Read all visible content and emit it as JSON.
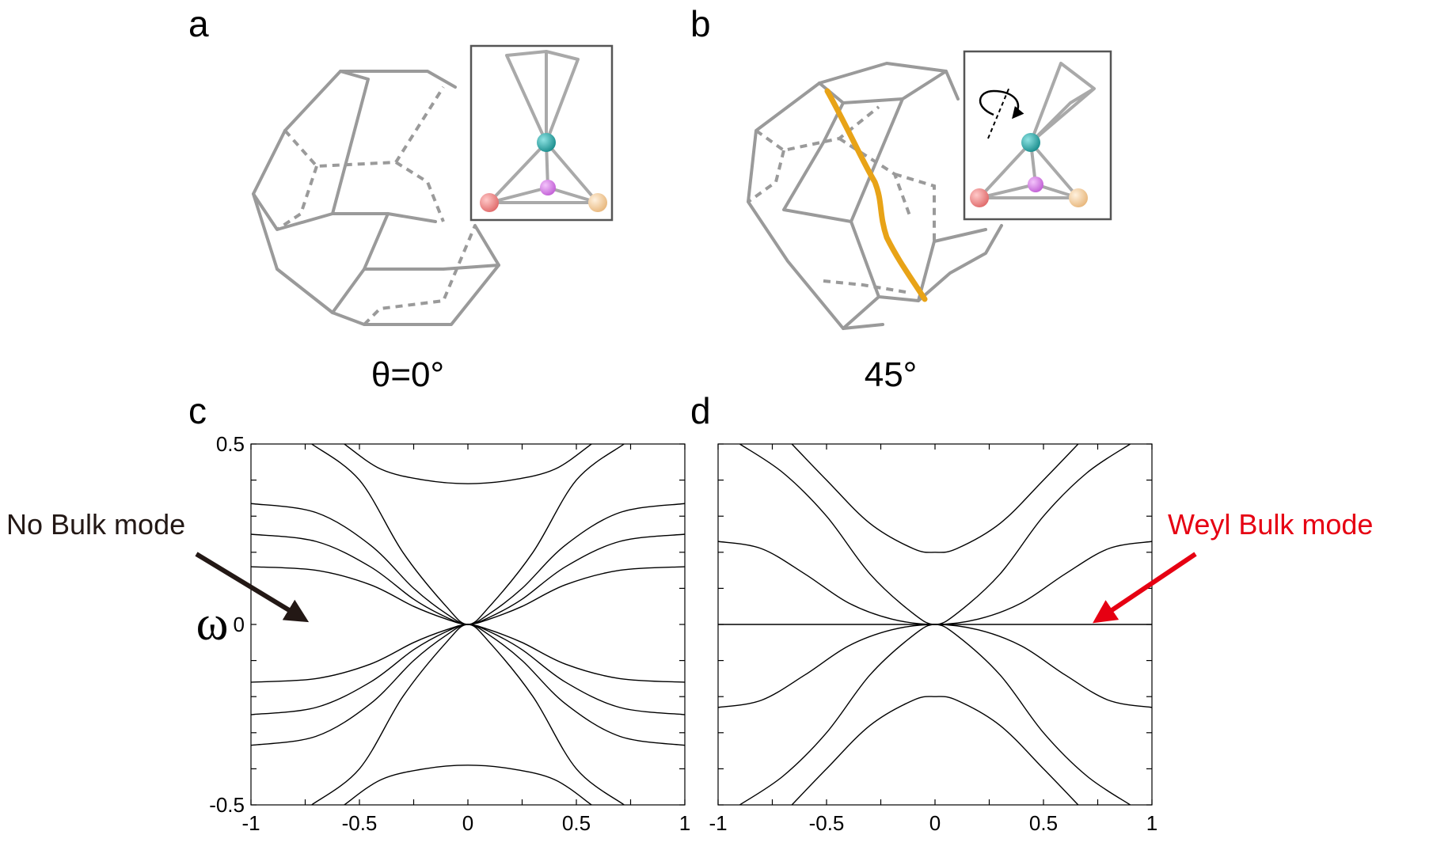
{
  "panels": {
    "a": {
      "letter": "a",
      "angle_label": "θ=0°"
    },
    "b": {
      "letter": "b",
      "angle_label": "45°"
    },
    "c": {
      "letter": "c",
      "annotation": "No Bulk mode",
      "annotation_color": "#231815"
    },
    "d": {
      "letter": "d",
      "annotation": "Weyl Bulk mode",
      "annotation_color": "#e60012"
    }
  },
  "ylabel": "ω",
  "colors": {
    "edge": "#9a9a9a",
    "weyl_line": "#e8a317",
    "atom_teal": "#1fa3a3",
    "atom_violet": "#d77be6",
    "atom_red": "#f08080",
    "atom_peach": "#f5cfa3"
  },
  "chart_data": [
    {
      "type": "line",
      "panel": "c",
      "xlim": [
        -1,
        1
      ],
      "ylim": [
        -0.5,
        0.5
      ],
      "xticks": [
        "-1",
        "-0.5",
        "0",
        "0.5",
        "1"
      ],
      "yticks": [
        "-0.5",
        "0",
        "0.5"
      ],
      "xlabel": "",
      "ylabel": "ω",
      "series": [
        {
          "x": [
            -0.72,
            -0.5,
            -0.3,
            -0.1,
            0.0,
            0.1,
            0.3,
            0.5,
            0.72
          ],
          "y": [
            0.5,
            0.4,
            0.2,
            0.05,
            0.0,
            0.05,
            0.2,
            0.4,
            0.5
          ]
        },
        {
          "x": [
            -0.57,
            -0.4,
            -0.2,
            0.0,
            0.2,
            0.4,
            0.57
          ],
          "y": [
            0.5,
            0.43,
            0.4,
            0.39,
            0.4,
            0.43,
            0.5
          ]
        },
        {
          "x": [
            -1,
            -0.7,
            -0.45,
            -0.25,
            -0.1,
            0.0,
            0.1,
            0.25,
            0.45,
            0.7,
            1
          ],
          "y": [
            0.335,
            0.31,
            0.22,
            0.1,
            0.03,
            0.0,
            0.03,
            0.1,
            0.22,
            0.31,
            0.335
          ]
        },
        {
          "x": [
            -1,
            -0.7,
            -0.45,
            -0.25,
            -0.1,
            0.0,
            0.1,
            0.25,
            0.45,
            0.7,
            1
          ],
          "y": [
            0.25,
            0.23,
            0.16,
            0.07,
            0.02,
            0.0,
            0.02,
            0.07,
            0.16,
            0.23,
            0.25
          ]
        },
        {
          "x": [
            -1,
            -0.7,
            -0.45,
            -0.25,
            -0.1,
            0.0,
            0.1,
            0.25,
            0.45,
            0.7,
            1
          ],
          "y": [
            0.16,
            0.15,
            0.11,
            0.05,
            0.015,
            0.0,
            0.015,
            0.05,
            0.11,
            0.15,
            0.16
          ]
        },
        {
          "x": [
            -0.72,
            -0.5,
            -0.3,
            -0.1,
            0.0,
            0.1,
            0.3,
            0.5,
            0.72
          ],
          "y": [
            -0.5,
            -0.4,
            -0.2,
            -0.05,
            0.0,
            -0.05,
            -0.2,
            -0.4,
            -0.5
          ]
        },
        {
          "x": [
            -0.57,
            -0.4,
            -0.2,
            0.0,
            0.2,
            0.4,
            0.57
          ],
          "y": [
            -0.5,
            -0.43,
            -0.4,
            -0.39,
            -0.4,
            -0.43,
            -0.5
          ]
        },
        {
          "x": [
            -1,
            -0.7,
            -0.45,
            -0.25,
            -0.1,
            0.0,
            0.1,
            0.25,
            0.45,
            0.7,
            1
          ],
          "y": [
            -0.335,
            -0.31,
            -0.22,
            -0.1,
            -0.03,
            0.0,
            -0.03,
            -0.1,
            -0.22,
            -0.31,
            -0.335
          ]
        },
        {
          "x": [
            -1,
            -0.7,
            -0.45,
            -0.25,
            -0.1,
            0.0,
            0.1,
            0.25,
            0.45,
            0.7,
            1
          ],
          "y": [
            -0.25,
            -0.23,
            -0.16,
            -0.07,
            -0.02,
            0.0,
            -0.02,
            -0.07,
            -0.16,
            -0.23,
            -0.25
          ]
        },
        {
          "x": [
            -1,
            -0.7,
            -0.45,
            -0.25,
            -0.1,
            0.0,
            0.1,
            0.25,
            0.45,
            0.7,
            1
          ],
          "y": [
            -0.16,
            -0.15,
            -0.11,
            -0.05,
            -0.015,
            0.0,
            -0.015,
            -0.05,
            -0.11,
            -0.15,
            -0.16
          ]
        }
      ]
    },
    {
      "type": "line",
      "panel": "d",
      "xlim": [
        -1,
        1
      ],
      "ylim": [
        -0.5,
        0.5
      ],
      "xticks": [
        "-1",
        "-0.5",
        "0",
        "0.5",
        "1"
      ],
      "yticks": [],
      "xlabel": "",
      "ylabel": "",
      "series": [
        {
          "x": [
            -1,
            1
          ],
          "y": [
            0.0,
            0.0
          ]
        },
        {
          "x": [
            -0.9,
            -0.7,
            -0.5,
            -0.3,
            -0.1,
            0.0,
            0.1,
            0.3,
            0.5,
            0.7,
            0.9
          ],
          "y": [
            0.5,
            0.42,
            0.3,
            0.14,
            0.03,
            0.0,
            0.03,
            0.14,
            0.3,
            0.42,
            0.5
          ]
        },
        {
          "x": [
            -0.66,
            -0.5,
            -0.3,
            -0.1,
            0.0,
            0.1,
            0.3,
            0.5,
            0.66
          ],
          "y": [
            0.5,
            0.4,
            0.28,
            0.21,
            0.2,
            0.21,
            0.28,
            0.4,
            0.5
          ]
        },
        {
          "x": [
            -1,
            -0.8,
            -0.6,
            -0.4,
            -0.2,
            0.0,
            0.2,
            0.4,
            0.6,
            0.8,
            1
          ],
          "y": [
            0.23,
            0.21,
            0.14,
            0.06,
            0.015,
            0.0,
            0.015,
            0.06,
            0.14,
            0.21,
            0.23
          ]
        },
        {
          "x": [
            -0.9,
            -0.7,
            -0.5,
            -0.3,
            -0.1,
            0.0,
            0.1,
            0.3,
            0.5,
            0.7,
            0.9
          ],
          "y": [
            -0.5,
            -0.42,
            -0.3,
            -0.14,
            -0.03,
            0.0,
            -0.03,
            -0.14,
            -0.3,
            -0.42,
            -0.5
          ]
        },
        {
          "x": [
            -0.66,
            -0.5,
            -0.3,
            -0.1,
            0.0,
            0.1,
            0.3,
            0.5,
            0.66
          ],
          "y": [
            -0.5,
            -0.4,
            -0.28,
            -0.21,
            -0.2,
            -0.21,
            -0.28,
            -0.4,
            -0.5
          ]
        },
        {
          "x": [
            -1,
            -0.8,
            -0.6,
            -0.4,
            -0.2,
            0.0,
            0.2,
            0.4,
            0.6,
            0.8,
            1
          ],
          "y": [
            -0.23,
            -0.21,
            -0.14,
            -0.06,
            -0.015,
            0.0,
            -0.015,
            -0.06,
            -0.14,
            -0.21,
            -0.23
          ]
        }
      ]
    }
  ]
}
